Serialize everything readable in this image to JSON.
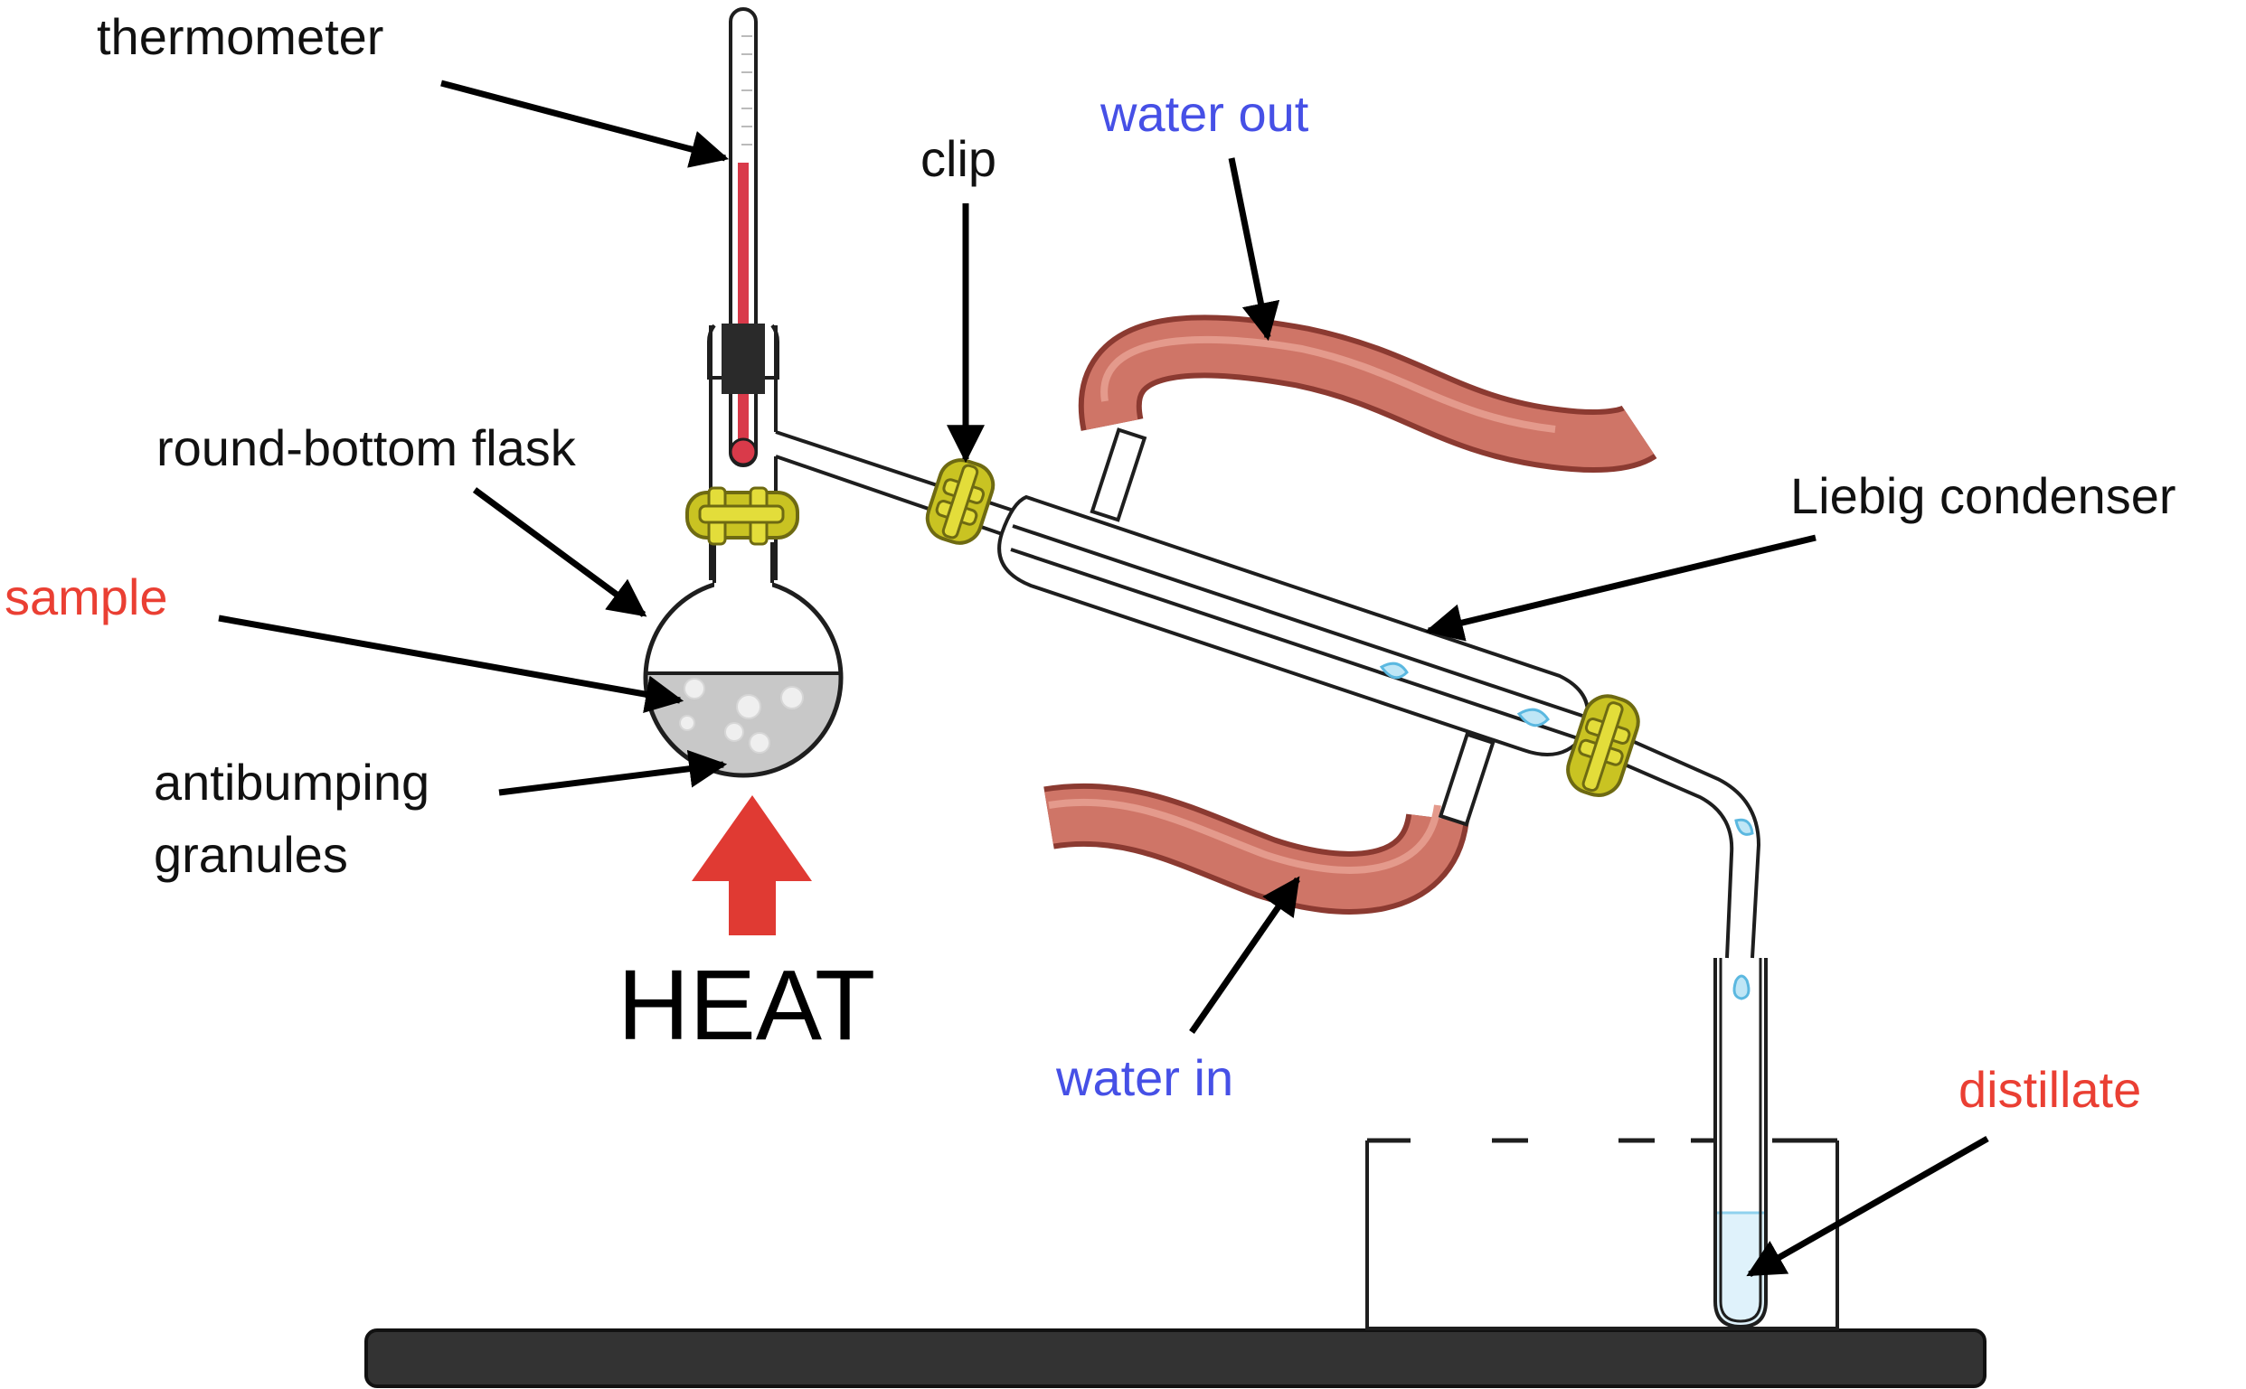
{
  "diagram": {
    "labels": {
      "thermometer": "thermometer",
      "round_bottom_flask": "round-bottom flask",
      "sample": "sample",
      "antibumping_line1": "antibumping",
      "antibumping_line2": "granules",
      "heat": "HEAT",
      "clip": "clip",
      "water_out": "water out",
      "water_in": "water in",
      "liebig_condenser": "Liebig condenser",
      "distillate": "distillate"
    },
    "colors": {
      "label_text": "#111111",
      "water_label": "#4650e6",
      "sample_label": "#ea3f33",
      "heat_arrow": "#e03a33",
      "hose": "#cf7567",
      "clip": "#c9c322",
      "thermometer_fluid": "#d93a4a",
      "sample_liquid": "#c8c8c8",
      "distillate_liquid": "#dff2fb",
      "bench": "#333333"
    }
  }
}
